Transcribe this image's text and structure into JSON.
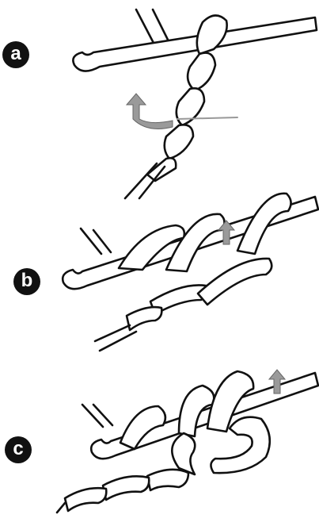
{
  "steps": [
    {
      "label": "a"
    },
    {
      "label": "b"
    },
    {
      "label": "c"
    }
  ],
  "colors": {
    "ink": "#111111",
    "arrow": "#9a9a9a",
    "paper": "#ffffff"
  },
  "icons": [
    "crochet-hook-icon",
    "yarn-strand-icon",
    "direction-arrow-icon"
  ]
}
